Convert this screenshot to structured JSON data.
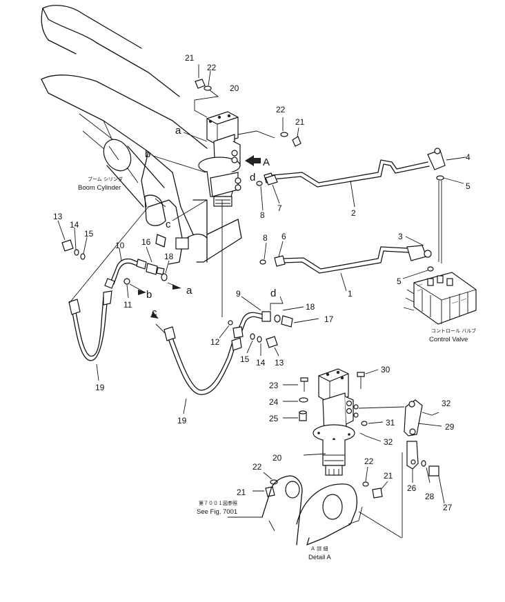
{
  "callouts": {
    "n1": "1",
    "n2": "2",
    "n3": "3",
    "n4": "4",
    "n5a": "5",
    "n5b": "5",
    "n6": "6",
    "n7": "7",
    "n8a": "8",
    "n8b": "8",
    "n9": "9",
    "n10": "10",
    "n11": "11",
    "n12": "12",
    "n13a": "13",
    "n13b": "13",
    "n14a": "14",
    "n14b": "14",
    "n15a": "15",
    "n15b": "15",
    "n16": "16",
    "n17": "17",
    "n18a": "18",
    "n18b": "18",
    "n19a": "19",
    "n19b": "19",
    "n20a": "20",
    "n20b": "20",
    "n21a": "21",
    "n21b": "21",
    "n21c": "21",
    "n21d": "21",
    "n22a": "22",
    "n22b": "22",
    "n22c": "22",
    "n22d": "22",
    "n23": "23",
    "n24": "24",
    "n25": "25",
    "n26": "26",
    "n27": "27",
    "n28": "28",
    "n29": "29",
    "n30": "30",
    "n31": "31",
    "n32a": "32",
    "n32b": "32"
  },
  "connection_letters": {
    "a_top": "a",
    "b_top": "b",
    "c_top": "c",
    "d_top": "d",
    "a_hose": "a",
    "b_hose": "b",
    "c_hose": "c",
    "d_hose": "d",
    "arrow_A": "A"
  },
  "captions": {
    "boom_cylinder_jp": "ブーム シリンダ",
    "boom_cylinder_en": "Boom Cylinder",
    "control_valve_jp": "コントロール バルブ",
    "control_valve_en": "Control Valve",
    "see_fig_jp": "第７００１図参照",
    "see_fig_en": "See Fig. 7001",
    "detail_jp": "Ａ 詳 細",
    "detail_en": "Detail A"
  }
}
